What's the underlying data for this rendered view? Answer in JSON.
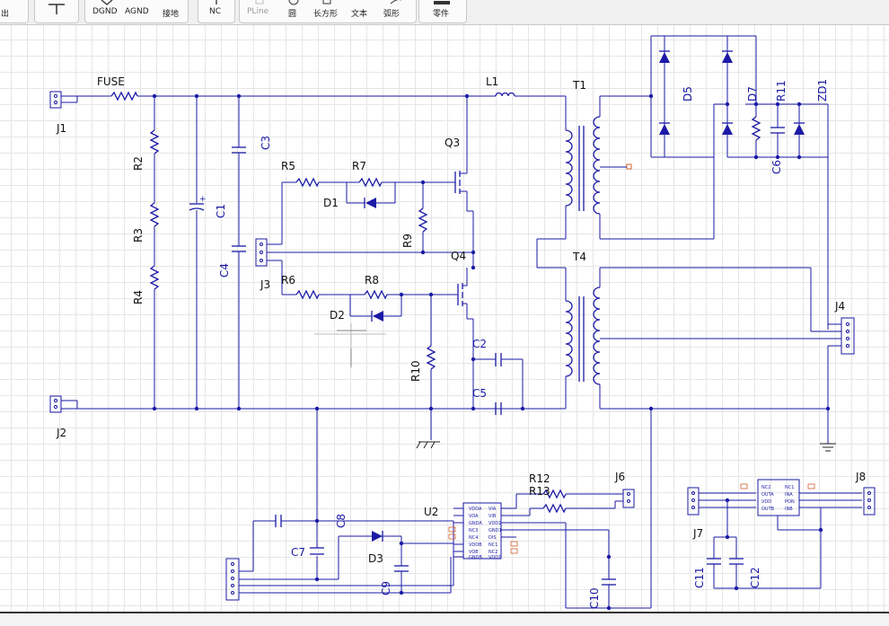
{
  "toolbar": {
    "items": [
      {
        "label": "出",
        "icon": "export-icon",
        "enabled": true
      },
      {
        "label": "",
        "icon": "ground-symbol-icon",
        "enabled": true
      },
      {
        "label": "DGND",
        "icon": "digital-ground-icon",
        "enabled": true
      },
      {
        "label": "AGND",
        "icon": "analog-ground-icon",
        "enabled": true
      },
      {
        "label": "接地",
        "icon": "earth-ground-icon",
        "enabled": true
      },
      {
        "label": "NC",
        "icon": "no-connect-icon",
        "enabled": true
      },
      {
        "label": "PLine",
        "icon": "polyline-icon",
        "enabled": false
      },
      {
        "label": "圆",
        "icon": "circle-icon",
        "enabled": true
      },
      {
        "label": "长方形",
        "icon": "rectangle-icon",
        "enabled": true
      },
      {
        "label": "文本",
        "icon": "text-icon",
        "enabled": true
      },
      {
        "label": "弧形",
        "icon": "arc-icon",
        "enabled": true
      },
      {
        "label": "零件",
        "icon": "part-icon",
        "enabled": true
      }
    ]
  },
  "schematic": {
    "wire_color": "#1a1aa6",
    "refs": {
      "J1": "J1",
      "J2": "J2",
      "J3": "J3",
      "J4": "J4",
      "J6": "J6",
      "J7": "J7",
      "J8": "J8",
      "FUSE": "FUSE",
      "L1": "L1",
      "T1": "T1",
      "T4": "T4",
      "R2": "R2",
      "R3": "R3",
      "R4": "R4",
      "R5": "R5",
      "R6": "R6",
      "R7": "R7",
      "R8": "R8",
      "R9": "R9",
      "R10": "R10",
      "R11": "R11",
      "R12": "R12",
      "R13": "R13",
      "C1": "C1",
      "C2": "C2",
      "C3": "C3",
      "C4": "C4",
      "C5": "C5",
      "C6": "C6",
      "C7": "C7",
      "C8": "C8",
      "C9": "C9",
      "C10": "C10",
      "C11": "C11",
      "C12": "C12",
      "D1": "D1",
      "D2": "D2",
      "D3": "D3",
      "D5": "D5",
      "D7": "D7",
      "ZD1": "ZD1",
      "Q3": "Q3",
      "Q4": "Q4",
      "U2": "U2"
    },
    "u2_pins_left": [
      "VDDA",
      "VOA",
      "GNDA",
      "NC3",
      "NC4",
      "VDDB",
      "VOB",
      "GNDB"
    ],
    "u2_pins_right": [
      "VIA",
      "VIB",
      "VDD1",
      "GND1",
      "DIS",
      "NC1",
      "NC2",
      "VDD1"
    ],
    "u8_pins_left": [
      "NC2",
      "OUTA",
      "VDD",
      "OUTB"
    ],
    "u8_pins_right": [
      "NC1",
      "INA",
      "PON",
      "INB"
    ]
  }
}
